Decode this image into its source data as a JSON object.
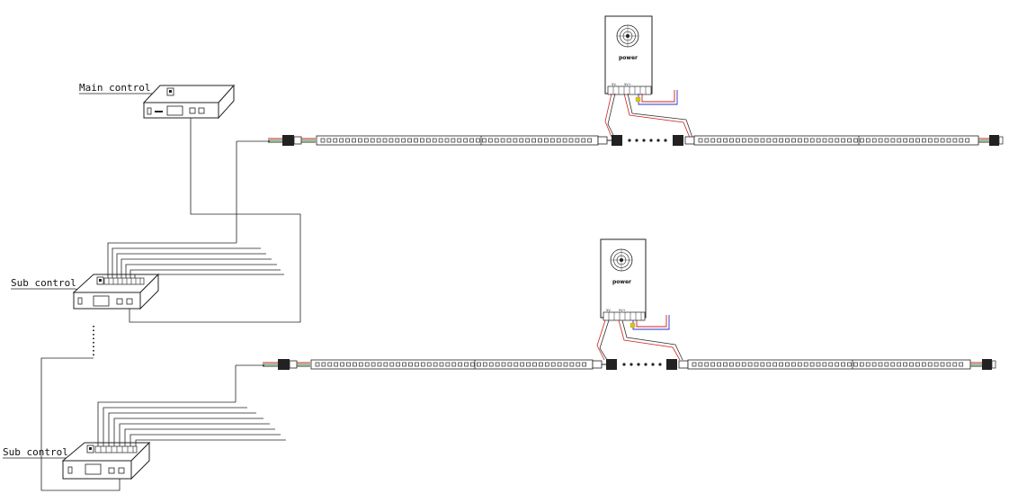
{
  "labels": {
    "main_control": "Main control",
    "sub_control_1": "Sub control",
    "sub_control_2": "Sub control",
    "power_1": "power",
    "power_2": "power",
    "term_neg": "5V-",
    "term_pos": "5V+"
  },
  "colors": {
    "line": "#222222",
    "wire_red": "#cc2222",
    "wire_blue": "#2233cc",
    "wire_yellow": "#e6c200",
    "wire_green": "#2a8a2a"
  },
  "icons": {
    "fan": "fan-icon",
    "connector": "connector-icon",
    "led_chip": "led-chip-icon"
  }
}
